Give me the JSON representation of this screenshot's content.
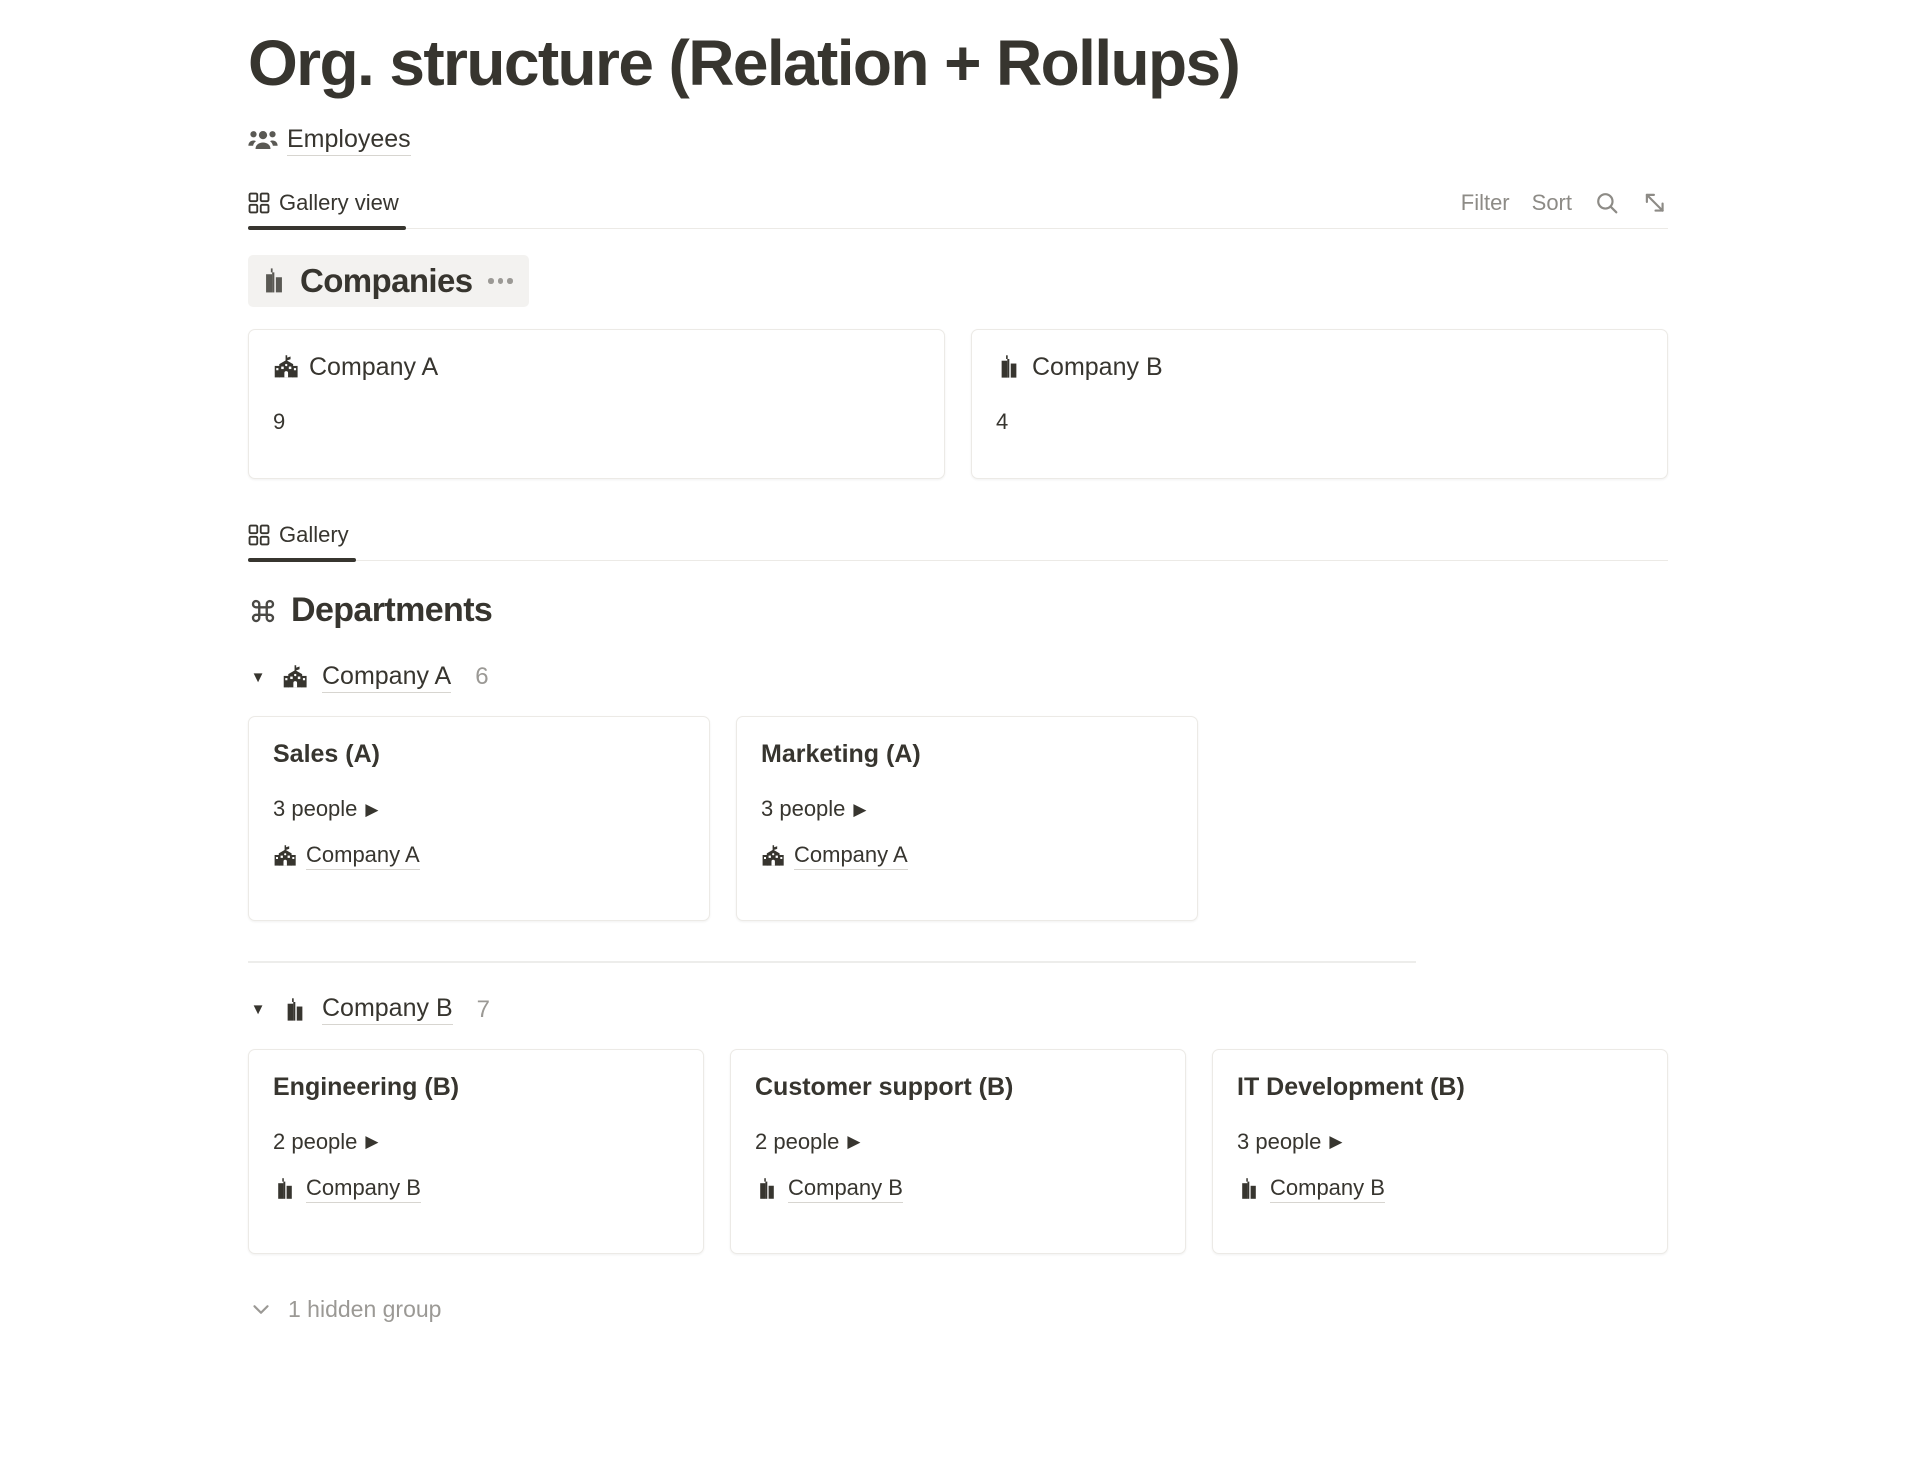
{
  "page": {
    "title": "Org. structure (Relation + Rollups)"
  },
  "database_link": {
    "icon": "people-group-icon",
    "label": "Employees"
  },
  "employees_db": {
    "view_tab": {
      "icon": "gallery-grid-icon",
      "label": "Gallery view"
    },
    "actions": {
      "filter_label": "Filter",
      "sort_label": "Sort",
      "search_icon": "search-icon",
      "expand_icon": "expand-diagonal-icon"
    },
    "collection": {
      "icon": "city-skyline-icon",
      "title": "Companies",
      "menu_icon": "ellipsis-icon"
    },
    "cards": [
      {
        "icon": "school-building-icon",
        "title": "Company A",
        "rollup": "9"
      },
      {
        "icon": "city-skyline-icon",
        "title": "Company B",
        "rollup": "4"
      }
    ]
  },
  "departments_db": {
    "view_tab": {
      "icon": "gallery-grid-icon",
      "label": "Gallery"
    },
    "collection": {
      "icon": "command-loop-icon",
      "title": "Departments"
    },
    "groups": [
      {
        "toggle_icon": "triangle-down-icon",
        "icon": "school-building-icon",
        "name": "Company A",
        "count": "6",
        "cards": [
          {
            "title": "Sales (A)",
            "rollup": "3 people",
            "rollup_arrow": "▶",
            "relation_icon": "school-building-icon",
            "relation": "Company A"
          },
          {
            "title": "Marketing (A)",
            "rollup": "3 people",
            "rollup_arrow": "▶",
            "relation_icon": "school-building-icon",
            "relation": "Company A"
          }
        ]
      },
      {
        "toggle_icon": "triangle-down-icon",
        "icon": "city-skyline-icon",
        "name": "Company B",
        "count": "7",
        "cards": [
          {
            "title": "Engineering (B)",
            "rollup": "2 people",
            "rollup_arrow": "▶",
            "relation_icon": "city-skyline-icon",
            "relation": "Company B"
          },
          {
            "title": "Customer support (B)",
            "rollup": "2 people",
            "rollup_arrow": "▶",
            "relation_icon": "city-skyline-icon",
            "relation": "Company B"
          },
          {
            "title": "IT Development (B)",
            "rollup": "3 people",
            "rollup_arrow": "▶",
            "relation_icon": "city-skyline-icon",
            "relation": "Company B"
          }
        ]
      }
    ],
    "hidden_groups": {
      "toggle_icon": "chevron-down-icon",
      "label": "1 hidden group"
    }
  },
  "colors": {
    "text": "#37352f",
    "muted": "#9b9995",
    "border": "#eceae6",
    "pill_bg": "#f3f2f0"
  }
}
